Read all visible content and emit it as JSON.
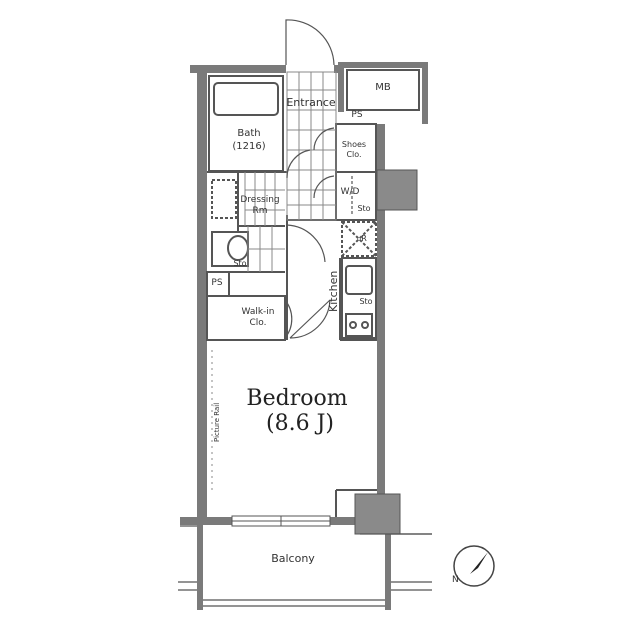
{
  "rooms": {
    "entrance": "Entrance",
    "mb": "MB",
    "ps_top": "PS",
    "bath": "Bath",
    "bath_size": "(1216)",
    "shoes": "Shoes",
    "shoes_clo": "Clo.",
    "wd": "W/D",
    "sto_wd": "Sto",
    "dressing": "Dressing",
    "dressing_rm": "Rm",
    "refrigerator": "R",
    "sto_toilet": "Sto",
    "kitchen": "Kitchen",
    "sto_kitchen": "Sto",
    "ps_left": "PS",
    "walkin": "Walk-in",
    "walkin_clo": "Clo.",
    "bedroom": "Bedroom",
    "bedroom_size": "(8.6 J)",
    "picture_rail": "Picture Rail",
    "balcony": "Balcony",
    "north": "N"
  },
  "colors": {
    "wall": "#6e6e6e",
    "column": "#8a8a8a",
    "line": "#555555"
  }
}
